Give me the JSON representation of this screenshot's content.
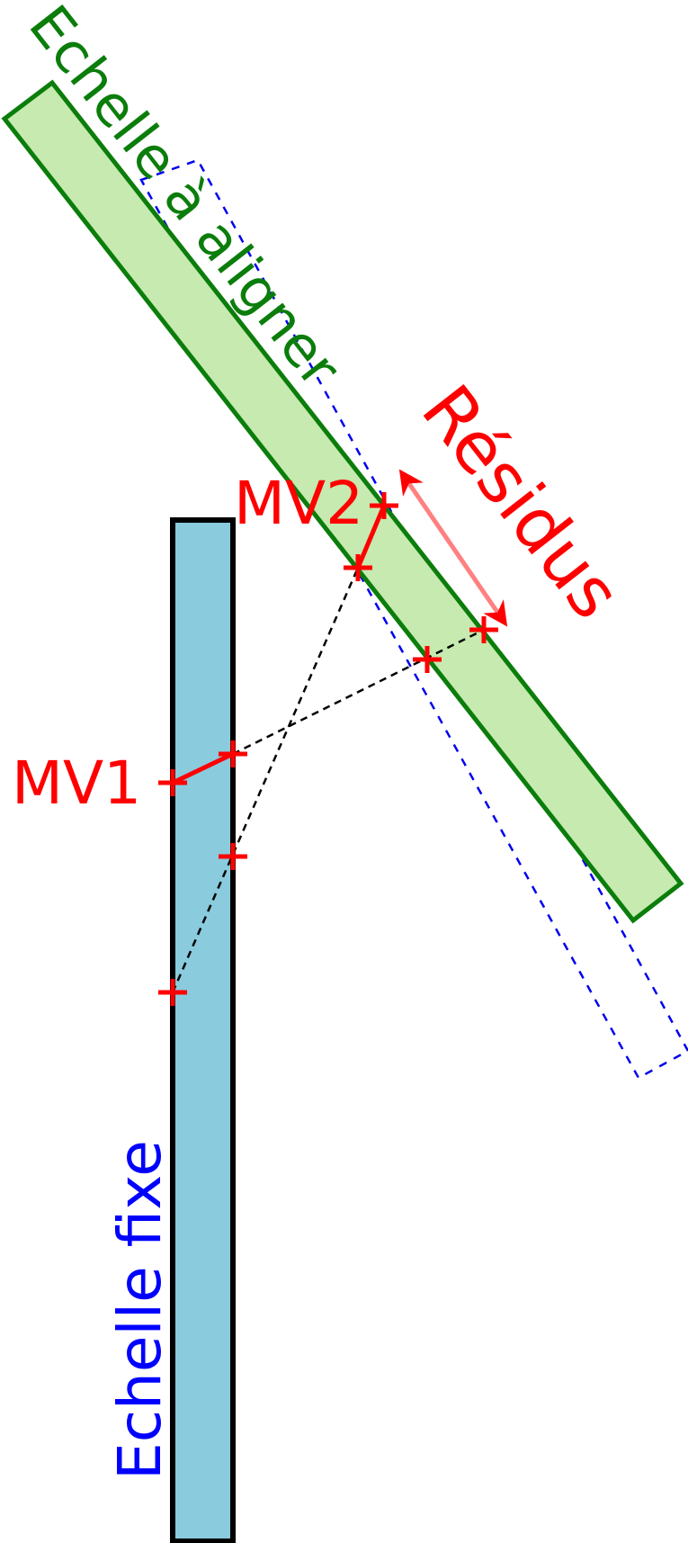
{
  "labels": {
    "aligned_scale": "Echelle à aligner",
    "fixed_scale": "Echelle fixe",
    "mv1": "MV1",
    "mv2": "MV2",
    "residuals": "Résidus"
  },
  "colors": {
    "fixed_fill": "#8ACBDD",
    "fixed_stroke": "#000000",
    "aligned_fill": "#C6EAB0",
    "aligned_stroke": "#0B7D0B",
    "aligned_text": "#0B7D0B",
    "dashed_outline": "#0000EE",
    "marker": "#FF0000",
    "residual_line": "#FF8080",
    "construction_line": "#000000",
    "fixed_text": "#0000FF"
  }
}
